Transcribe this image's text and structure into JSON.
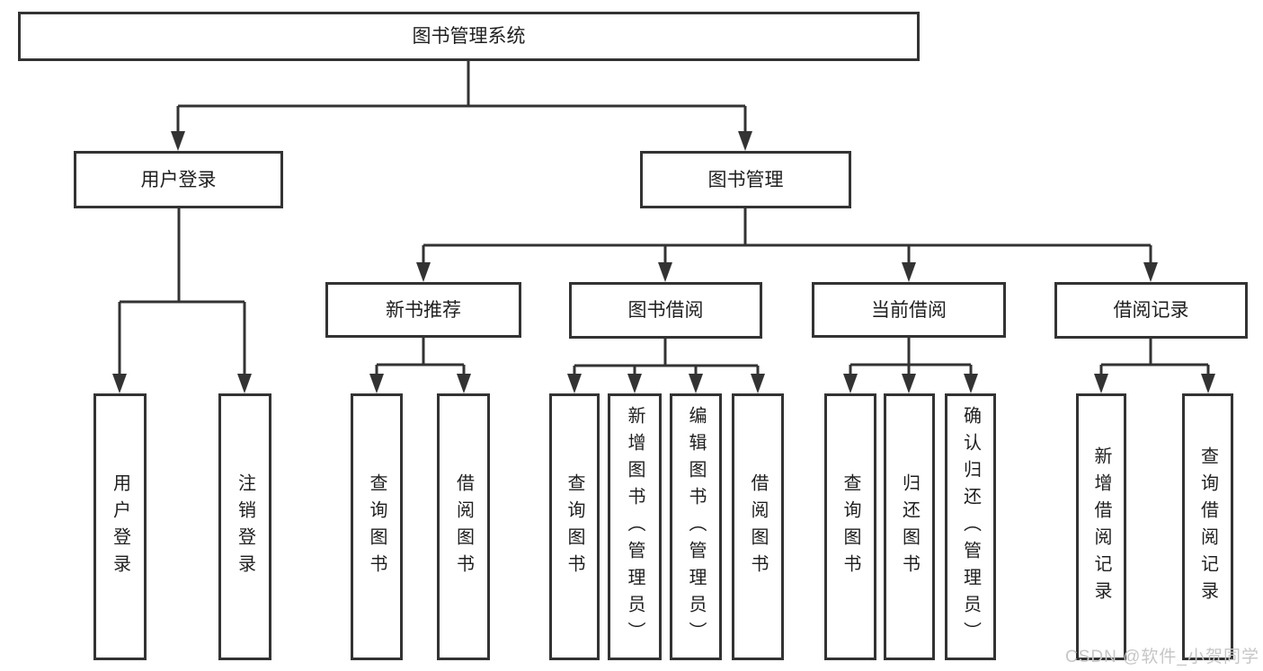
{
  "colors": {
    "line": "#333333",
    "text": "#1f1f1f",
    "background": "#ffffff",
    "watermark": "#c6c6c6"
  },
  "diagram": {
    "root": {
      "label": "图书管理系统"
    },
    "level2": [
      {
        "label": "用户登录"
      },
      {
        "label": "图书管理"
      }
    ],
    "level3": [
      {
        "label": "新书推荐"
      },
      {
        "label": "图书借阅"
      },
      {
        "label": "当前借阅"
      },
      {
        "label": "借阅记录"
      }
    ],
    "leaves": [
      {
        "label": "用户登录"
      },
      {
        "label": "注销登录"
      },
      {
        "label": "查询图书"
      },
      {
        "label": "借阅图书"
      },
      {
        "label": "查询图书"
      },
      {
        "label": "新增图书（管理员）"
      },
      {
        "label": "编辑图书（管理员）"
      },
      {
        "label": "借阅图书"
      },
      {
        "label": "查询图书"
      },
      {
        "label": "归还图书"
      },
      {
        "label": "确认归还（管理员）"
      },
      {
        "label": "新增借阅记录"
      },
      {
        "label": "查询借阅记录"
      }
    ]
  },
  "watermark": {
    "text": "CSDN @软件_小贺同学"
  }
}
